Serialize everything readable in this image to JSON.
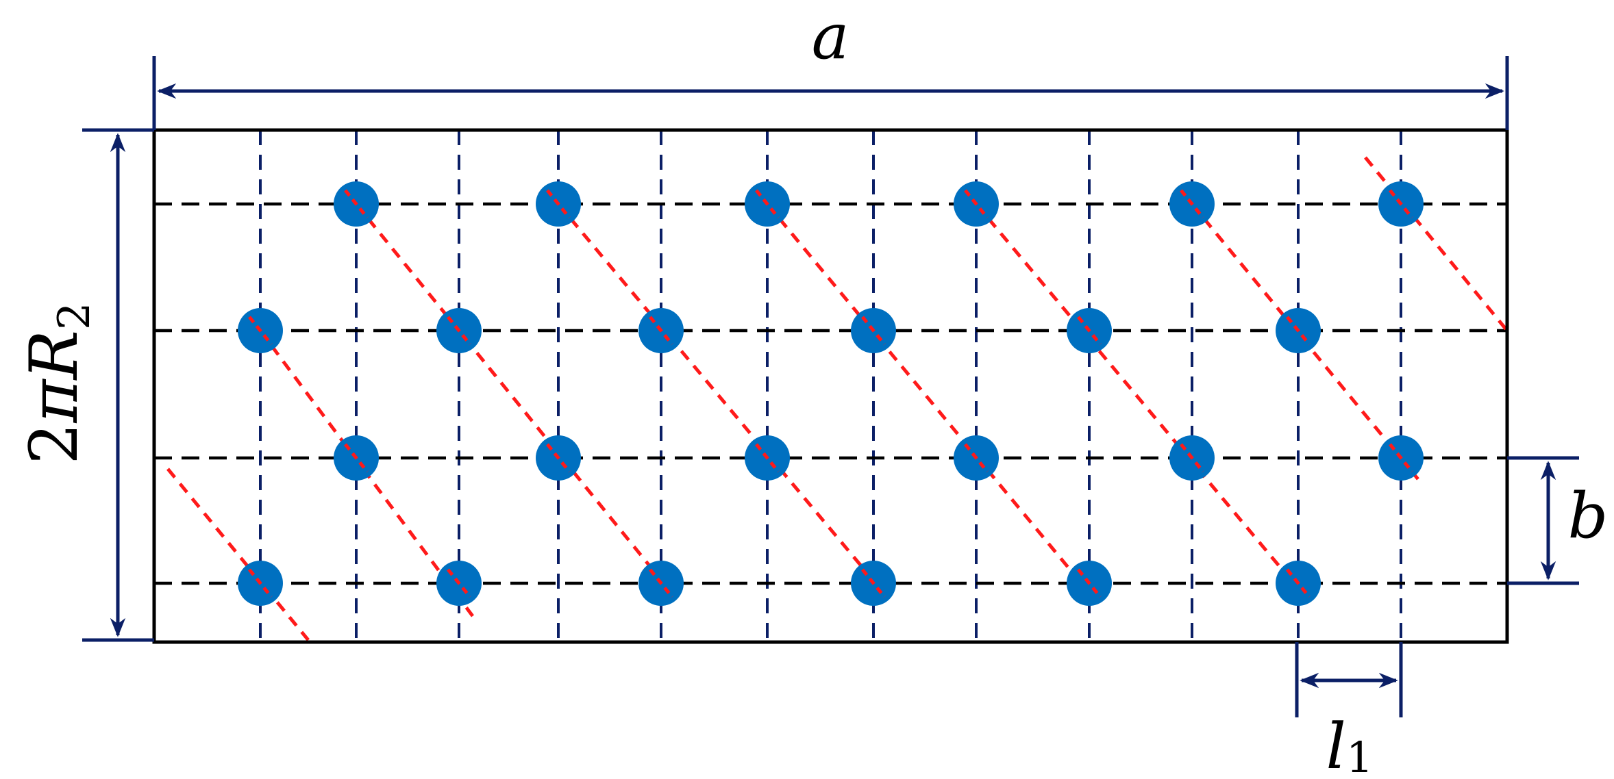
{
  "labels": {
    "width": "a",
    "height_num": "2",
    "height_pi": "π",
    "height_var": "R",
    "height_sub": "2",
    "row_spacing": "b",
    "col_spacing_var": "l",
    "col_spacing_sub": "1"
  },
  "colors": {
    "frame": "#000000",
    "dimension": "#0b1f66",
    "vertical_grid": "#0b1f66",
    "horizontal_grid": "#000000",
    "dot": "#0070c0",
    "helix_line": "#ff1a1a"
  },
  "grid": {
    "columns": 13,
    "rows": 4
  },
  "dots": [
    {
      "row": 1,
      "col": 2
    },
    {
      "row": 1,
      "col": 4
    },
    {
      "row": 1,
      "col": 6
    },
    {
      "row": 1,
      "col": 8
    },
    {
      "row": 1,
      "col": 10
    },
    {
      "row": 1,
      "col": 12
    },
    {
      "row": 2,
      "col": 1
    },
    {
      "row": 2,
      "col": 3
    },
    {
      "row": 2,
      "col": 5
    },
    {
      "row": 2,
      "col": 7
    },
    {
      "row": 2,
      "col": 9
    },
    {
      "row": 2,
      "col": 11
    },
    {
      "row": 3,
      "col": 2
    },
    {
      "row": 3,
      "col": 4
    },
    {
      "row": 3,
      "col": 6
    },
    {
      "row": 3,
      "col": 8
    },
    {
      "row": 3,
      "col": 10
    },
    {
      "row": 3,
      "col": 12
    },
    {
      "row": 4,
      "col": 1
    },
    {
      "row": 4,
      "col": 3
    },
    {
      "row": 4,
      "col": 5
    },
    {
      "row": 4,
      "col": 7
    },
    {
      "row": 4,
      "col": 9
    },
    {
      "row": 4,
      "col": 11
    }
  ]
}
